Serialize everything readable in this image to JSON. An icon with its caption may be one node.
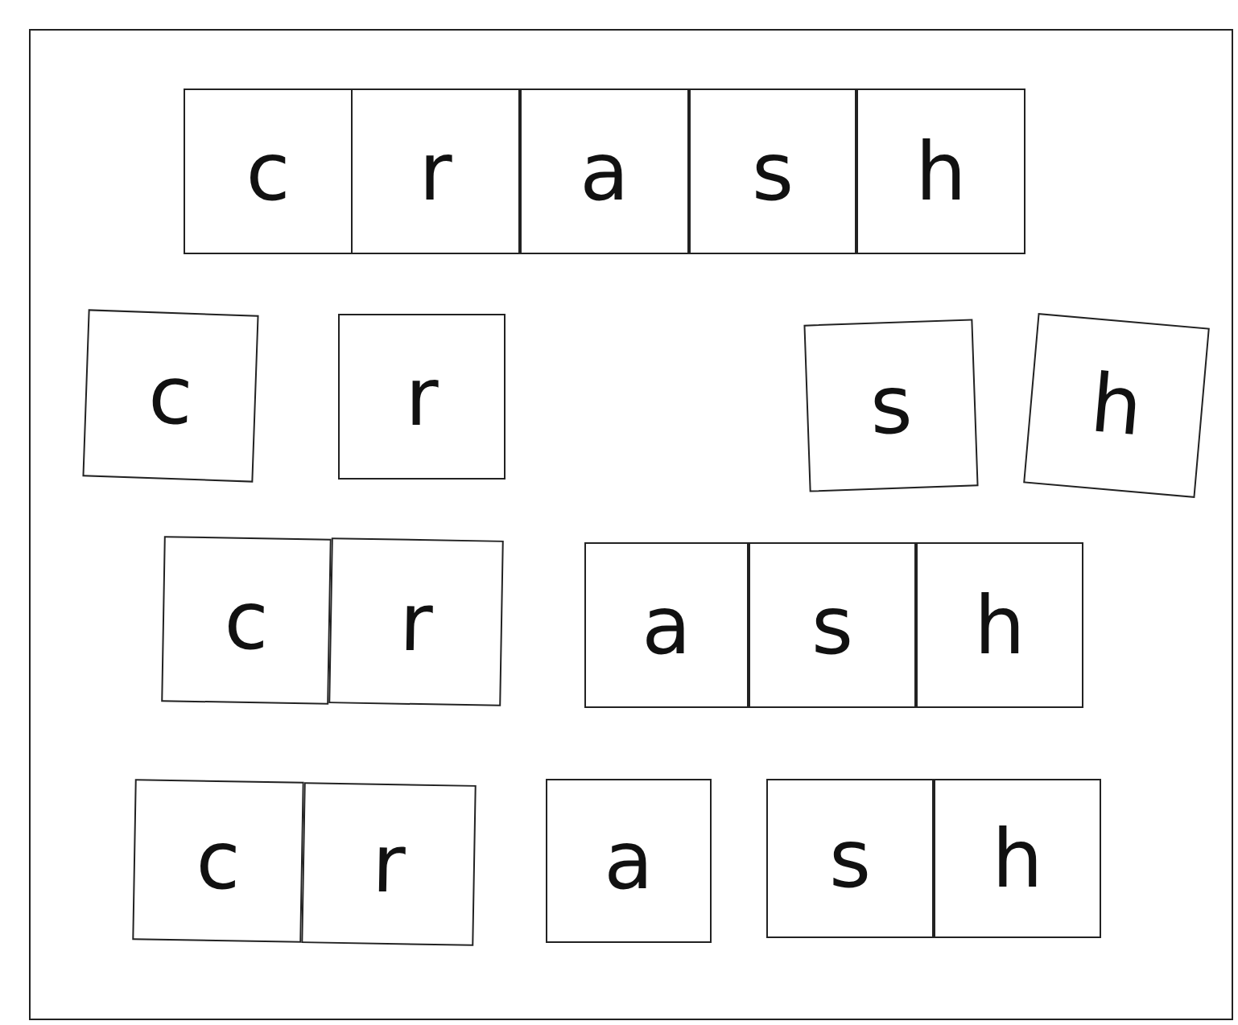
{
  "diagram": {
    "nodes": [
      {
        "text": [
          "c"
        ]
      },
      {
        "text": [
          "r"
        ]
      },
      {
        "text": [
          "a"
        ]
      },
      {
        "text": [
          "s"
        ]
      },
      {
        "text": [
          "h"
        ]
      },
      {
        "text": [
          "c"
        ]
      },
      {
        "text": [
          "r"
        ]
      },
      {
        "text": [
          "s"
        ]
      },
      {
        "text": [
          "h"
        ]
      },
      {
        "text": [
          "c"
        ]
      },
      {
        "text": [
          "r"
        ]
      },
      {
        "text": [
          "a"
        ]
      },
      {
        "text": [
          "s"
        ]
      },
      {
        "text": [
          "h"
        ]
      },
      {
        "text": [
          "c"
        ]
      },
      {
        "text": [
          "r"
        ]
      },
      {
        "text": [
          "a"
        ]
      },
      {
        "text": [
          "s"
        ]
      },
      {
        "text": [
          "h"
        ]
      }
    ]
  }
}
